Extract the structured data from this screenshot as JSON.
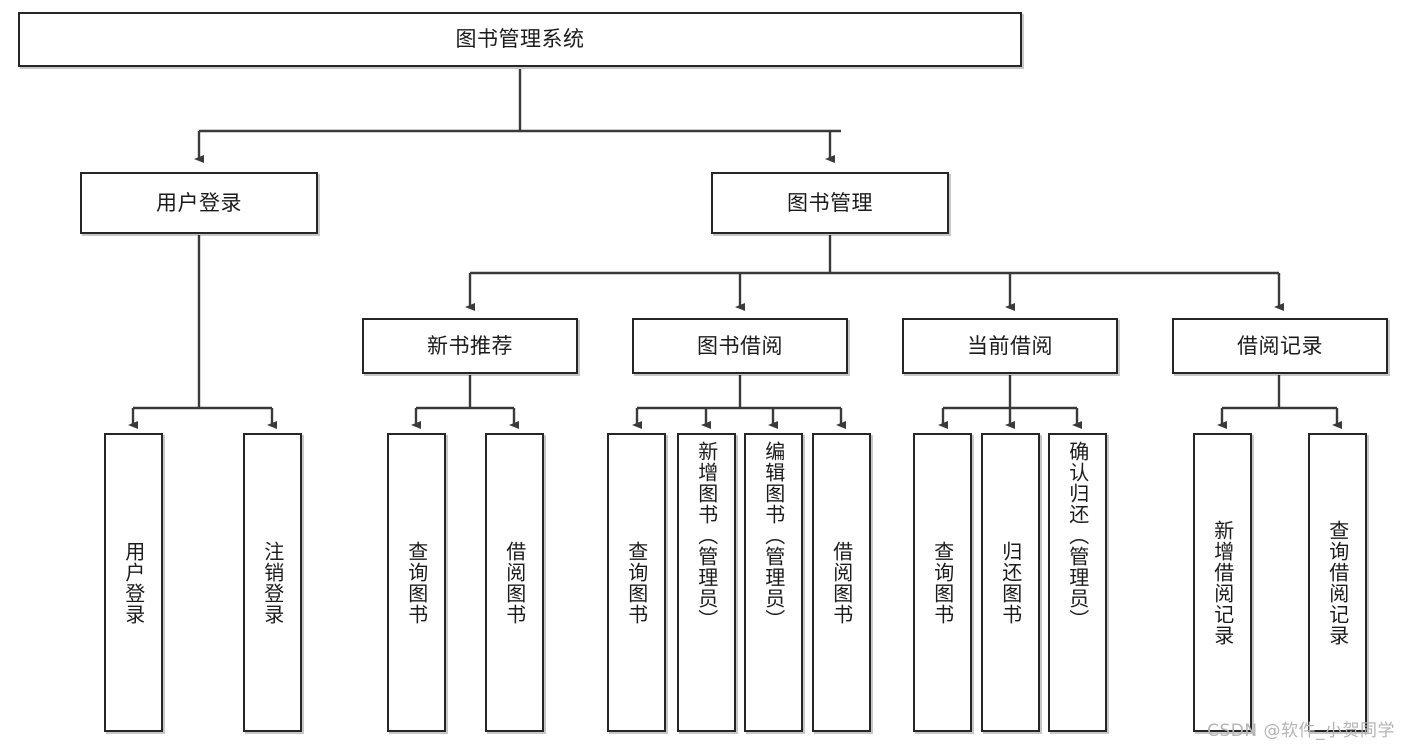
{
  "diagram": {
    "title": "图书管理系统",
    "type": "hierarchy-tree",
    "watermark": "CSDN @软件_小贺同学",
    "colors": {
      "stroke": "#262626",
      "fill": "#ffffff",
      "text": "#1b1b1b",
      "watermark": "#b4b4b4"
    },
    "nodes": {
      "root": {
        "label": "图书管理系统"
      },
      "level2": [
        {
          "id": "user-login",
          "label": "用户登录"
        },
        {
          "id": "book-management",
          "label": "图书管理"
        }
      ],
      "level3": [
        {
          "id": "new-book-recommend",
          "label": "新书推荐"
        },
        {
          "id": "book-borrow",
          "label": "图书借阅"
        },
        {
          "id": "current-borrow",
          "label": "当前借阅"
        },
        {
          "id": "borrow-record",
          "label": "借阅记录"
        }
      ],
      "leaves": {
        "user_login": [
          {
            "id": "leaf-user-login",
            "label": "用户登录"
          },
          {
            "id": "leaf-logout-login",
            "label": "注销登录"
          }
        ],
        "new_book_recommend": [
          {
            "id": "leaf-query-book-1",
            "label": "查询图书"
          },
          {
            "id": "leaf-borrow-book-1",
            "label": "借阅图书"
          }
        ],
        "book_borrow": [
          {
            "id": "leaf-query-book-2",
            "label": "查询图书"
          },
          {
            "id": "leaf-add-book",
            "label": "新增图书（管理员）"
          },
          {
            "id": "leaf-edit-book",
            "label": "编辑图书（管理员）"
          },
          {
            "id": "leaf-borrow-book-2",
            "label": "借阅图书"
          }
        ],
        "current_borrow": [
          {
            "id": "leaf-query-book-3",
            "label": "查询图书"
          },
          {
            "id": "leaf-return-book",
            "label": "归还图书"
          },
          {
            "id": "leaf-confirm-return",
            "label": "确认归还（管理员）"
          }
        ],
        "borrow_record": [
          {
            "id": "leaf-add-borrow-record",
            "label": "新增借阅记录"
          },
          {
            "id": "leaf-query-borrow-record",
            "label": "查询借阅记录"
          }
        ]
      }
    }
  }
}
